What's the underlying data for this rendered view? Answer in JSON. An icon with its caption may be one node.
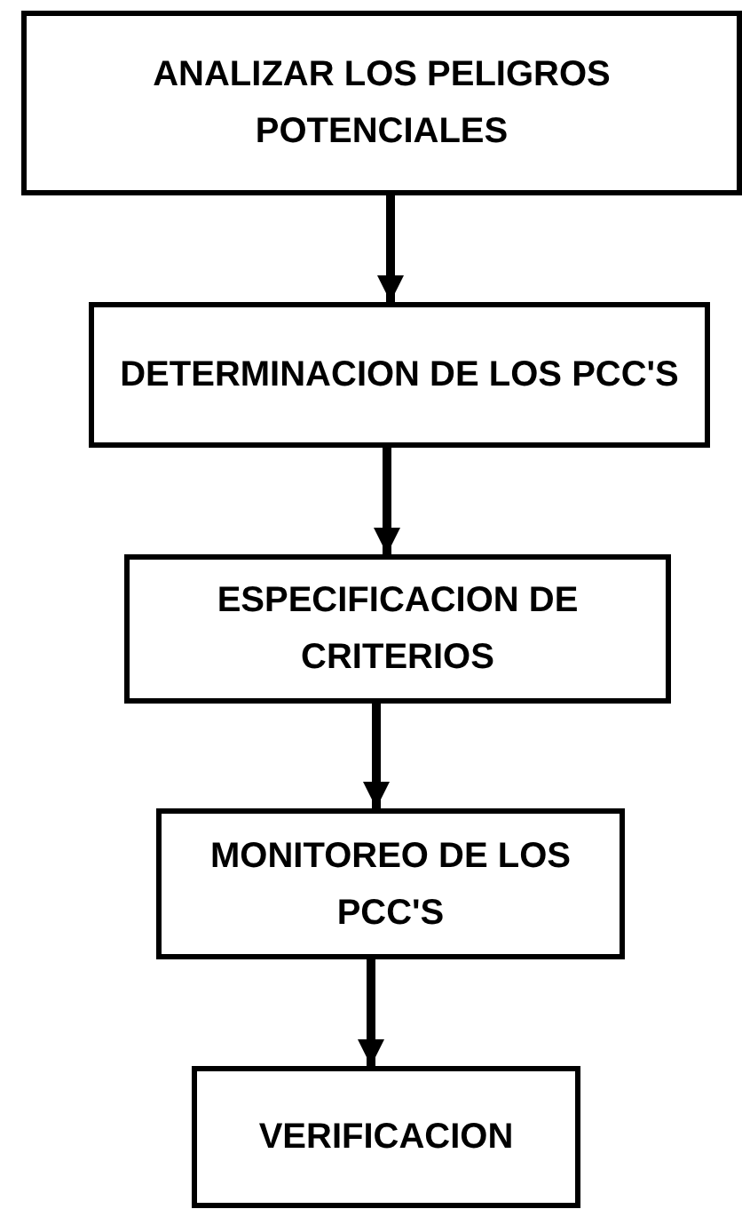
{
  "diagram": {
    "nodes": [
      {
        "text": [
          "ANALIZAR LOS PELIGROS POTENCIALES"
        ]
      },
      {
        "text": [
          "DETERMINACION DE LOS PCC'S"
        ]
      },
      {
        "text": [
          "ESPECIFICACION DE CRITERIOS"
        ]
      },
      {
        "text": [
          "MONITOREO DE LOS PCC'S"
        ]
      },
      {
        "text": [
          "VERIFICACION"
        ]
      }
    ],
    "edges": [
      {
        "from": 0,
        "to": 1,
        "arrow": "to"
      },
      {
        "from": 1,
        "to": 2,
        "arrow": "to"
      },
      {
        "from": 2,
        "to": 3,
        "arrow": "to"
      },
      {
        "from": 3,
        "to": 4,
        "arrow": "to"
      }
    ]
  }
}
